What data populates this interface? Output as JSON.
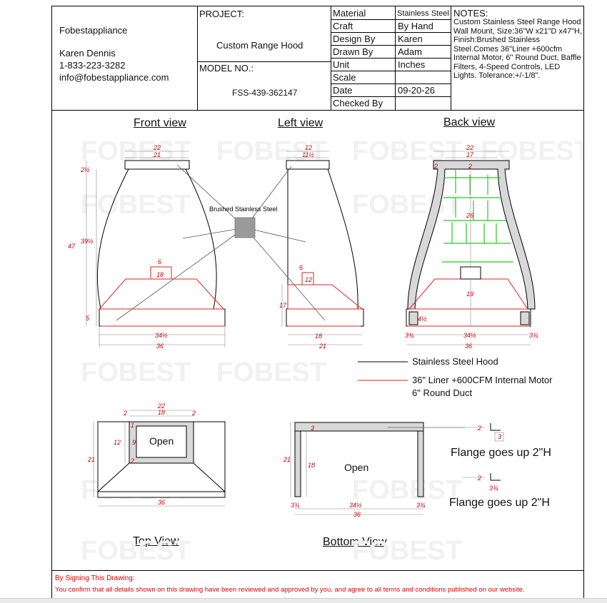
{
  "company": {
    "name": "Fobestappliance",
    "contact": "Karen Dennis",
    "phone": "1-833-223-3282",
    "email": "info@fobestappliance.com"
  },
  "project": {
    "label": "PROJECT:",
    "name": "Custom Range Hood",
    "model_label": "MODEL NO.:",
    "model": "FSS-439-362147"
  },
  "specs": [
    {
      "label": "Material",
      "value": "Stainless Steel"
    },
    {
      "label": "Craft",
      "value": "By Hand"
    },
    {
      "label": "Design By",
      "value": "Karen"
    },
    {
      "label": "Drawn By",
      "value": "Adam"
    },
    {
      "label": "Unit",
      "value": "Inches"
    },
    {
      "label": "Scale",
      "value": ""
    },
    {
      "label": "Date",
      "value": "09-20-26"
    },
    {
      "label": "Checked By",
      "value": ""
    }
  ],
  "notes": {
    "title": "NOTES:",
    "body": "Custom Stainless Steel Range Hood Wall Mount, Size:36\"W x21\"D x47\"H, Finish:Brushed Stainless Steel.Comes 36\"Liner +600cfm Internal Motor, 6\" Round Duct, Baffle Filters, 4-Speed Controls, LED Lights. Tolerance:+/-1/8\"."
  },
  "views": {
    "front": "Front view",
    "left": "Left view",
    "back": "Back view",
    "top": "Top View",
    "bottom": "Bottom View"
  },
  "material_label": "Brushed Stainless Steel",
  "legend": {
    "black": "Stainless Steel Hood",
    "red_line1": "36\" Liner +600CFM Internal  Motor",
    "red_line2": "6\" Round Duct"
  },
  "labels": {
    "open_top": "Open",
    "open_bottom": "Open",
    "flange1": "Flange goes up 2\"H",
    "flange2": "Flange goes up 2\"H"
  },
  "dims": {
    "front": {
      "top_w": "22",
      "collar_w": "21",
      "collar_h": "2½",
      "total_h": "47",
      "body_h": "39½",
      "duct_w": "6",
      "duct_box": "18",
      "band_h": "5",
      "liner_w": "34½",
      "bottom_w": "36"
    },
    "left": {
      "top_w": "12",
      "collar_w": "11½",
      "duct_w": "6",
      "duct_box": "12",
      "liner_h": "17",
      "liner_d": "18",
      "bottom_d": "21"
    },
    "back": {
      "top_w": "22",
      "inner_w": "17",
      "collar_l": "2",
      "collar_r": "2",
      "inner_h": "26",
      "liner_h": "19",
      "side_l": "3¾",
      "liner_w": "34½",
      "side_r": "3¾",
      "bottom_w": "36",
      "band": "4½"
    },
    "top": {
      "top_w": "22",
      "inner_w": "18",
      "side_l": "2",
      "side_r": "2",
      "frame_top": "1",
      "inner_h": "9",
      "frame_h": "12",
      "frame_bottom": "2",
      "depth": "21",
      "bottom_w": "36"
    },
    "bottom": {
      "back_t": "3",
      "depth": "21",
      "inner_d": "18",
      "side_l": "3¾",
      "inner_w": "34½",
      "side_r": "3¾",
      "total_w": "36"
    },
    "flange": {
      "f1_h": "2",
      "f1_t": "3",
      "f2_h": "2",
      "f2_t": "3¾"
    }
  },
  "sign": {
    "title": "By Signing This Drawing:",
    "body": "You confirm that all details shown on this drawing have been reviewed and approved by you, and agree to all terms and conditions published on our website."
  },
  "watermark": "FOBEST",
  "colors": {
    "liner": "#e02020",
    "baffle": "#22cc22",
    "frame": "#d8d8d8",
    "sign": "#dd0000"
  }
}
